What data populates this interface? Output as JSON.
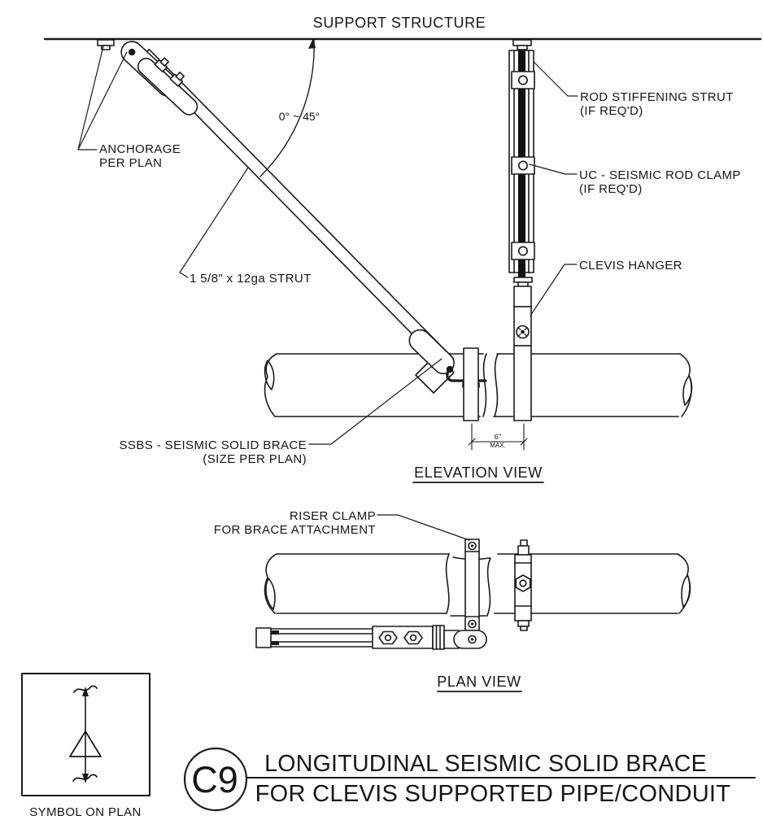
{
  "drawing_type": "seismic bracing detail",
  "elevation": {
    "caption": "ELEVATION VIEW",
    "support_structure_label": "SUPPORT STRUCTURE",
    "angle_label": "0° ~ 45°",
    "anchorage_label": [
      "ANCHORAGE",
      "PER PLAN"
    ],
    "strut_size_label": "1 5/8\" x 12ga STRUT",
    "brace_label": [
      "SSBS - SEISMIC SOLID BRACE",
      "(SIZE PER PLAN)"
    ],
    "rod_strut_label": [
      "ROD STIFFENING STRUT",
      "(IF REQ'D)"
    ],
    "rod_clamp_label": [
      "UC - SEISMIC ROD CLAMP",
      "(IF REQ'D)"
    ],
    "clevis_label": "CLEVIS HANGER",
    "dimension": {
      "value": "6\"",
      "qualifier": "MAX."
    }
  },
  "plan": {
    "caption": "PLAN VIEW",
    "riser_clamp_label": [
      "RISER CLAMP",
      "FOR BRACE ATTACHMENT"
    ]
  },
  "symbol": {
    "caption": "SYMBOL ON PLAN"
  },
  "title_block": {
    "detail_id": "C9",
    "title_line1": "LONGITUDINAL SEISMIC SOLID BRACE",
    "title_line2": "FOR CLEVIS SUPPORTED PIPE/CONDUIT"
  },
  "colors": {
    "ink": "#1a1a1a",
    "paper": "#ffffff"
  }
}
